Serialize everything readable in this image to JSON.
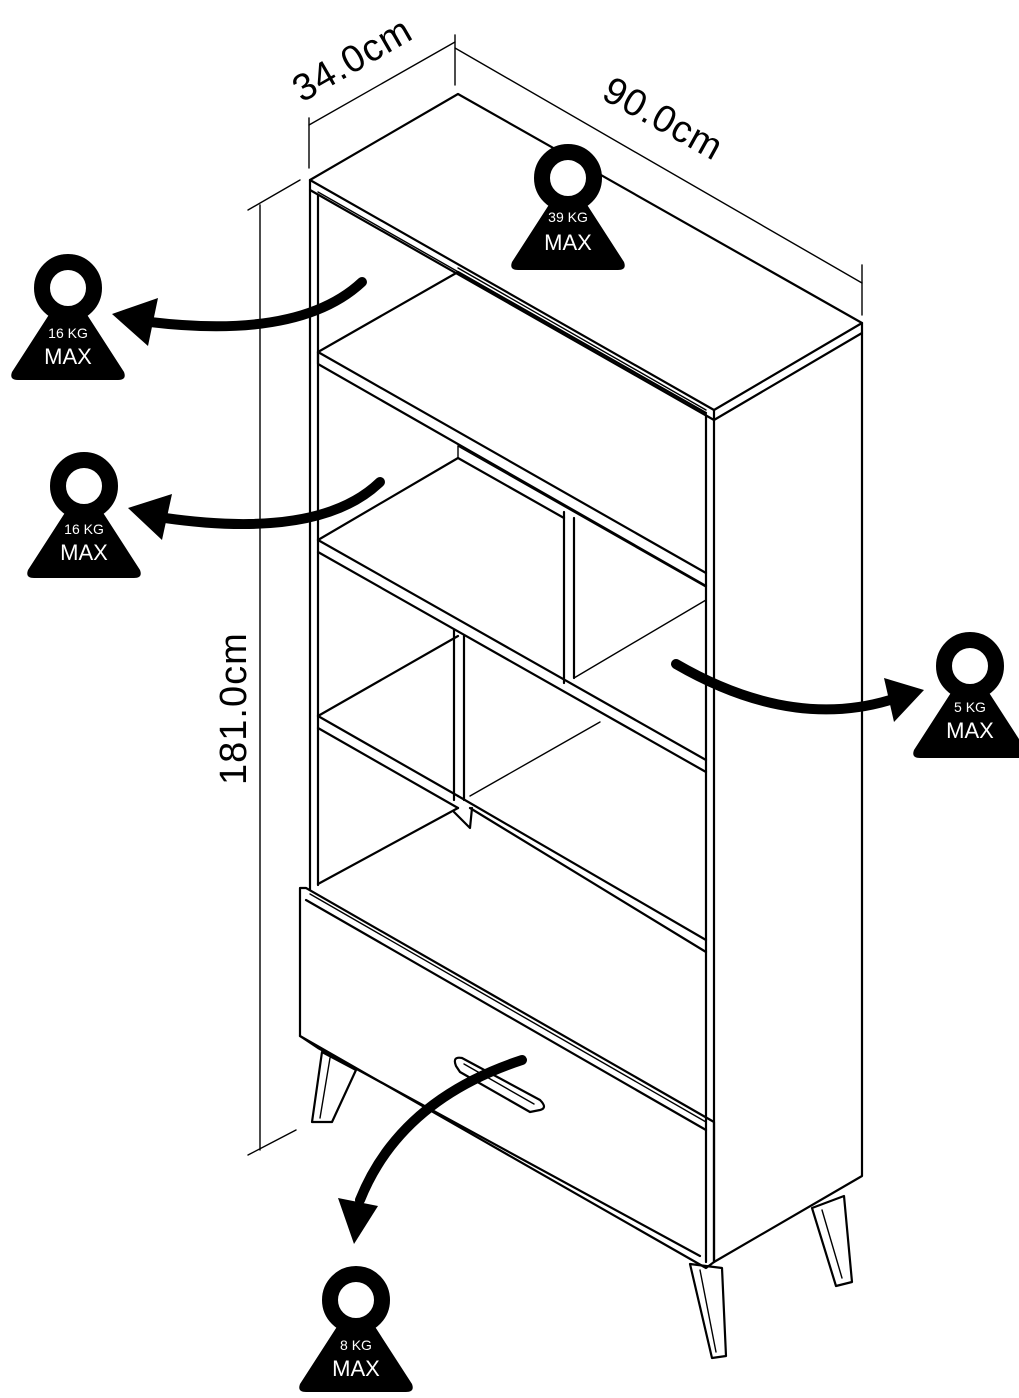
{
  "dimensions": {
    "depth": "34.0cm",
    "width": "90.0cm",
    "height": "181.0cm"
  },
  "load_labels": [
    {
      "id": "top",
      "weight": "39 KG",
      "max": "MAX"
    },
    {
      "id": "shelf-upper",
      "weight": "16 KG",
      "max": "MAX"
    },
    {
      "id": "shelf-middle",
      "weight": "16 KG",
      "max": "MAX"
    },
    {
      "id": "compartment-right",
      "weight": "5 KG",
      "max": "MAX"
    },
    {
      "id": "drawer",
      "weight": "8 KG",
      "max": "MAX"
    }
  ],
  "colors": {
    "line": "#000000",
    "background": "#ffffff",
    "weight_text": "#ffffff"
  }
}
